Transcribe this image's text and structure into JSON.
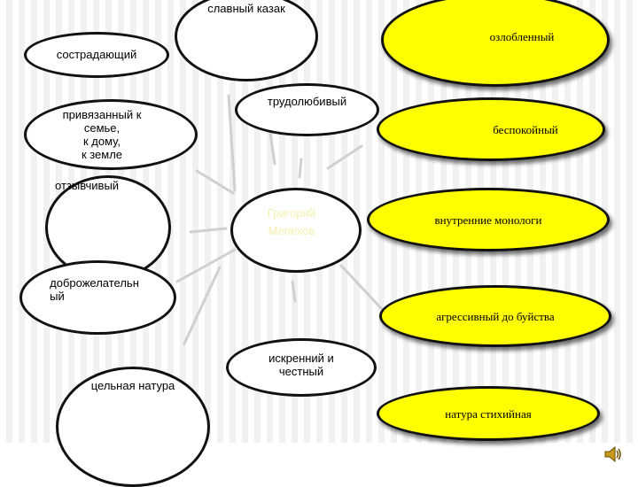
{
  "center": {
    "line1": "Григорий",
    "line2": "Мелехов"
  },
  "white_nodes": {
    "top_clipped": "славный казак",
    "compassionate": "сострадающий",
    "attached": [
      "привязанный к",
      "семье,",
      "к дому,",
      "к земле"
    ],
    "hardworking": "трудолюбивый",
    "responsive": "отзывчивый",
    "kind": [
      "доброжелательн",
      "ый"
    ],
    "sincere": [
      "искренний и",
      "честный"
    ],
    "whole": "цельная натура"
  },
  "yellow_nodes": {
    "embittered": "озлобленный",
    "restless": "беспокойный",
    "monologues": "внутренние монологи",
    "aggressive": "агрессивный до буйства",
    "spontaneous": "натура стихийная"
  },
  "colors": {
    "yellow_fill": "#ffff00",
    "outline": "#111111",
    "center_fill": "#ffffff",
    "center_text": "#f5f0b0",
    "connector": "#d0d0d0"
  },
  "icons": {
    "speaker": "speaker-icon"
  }
}
